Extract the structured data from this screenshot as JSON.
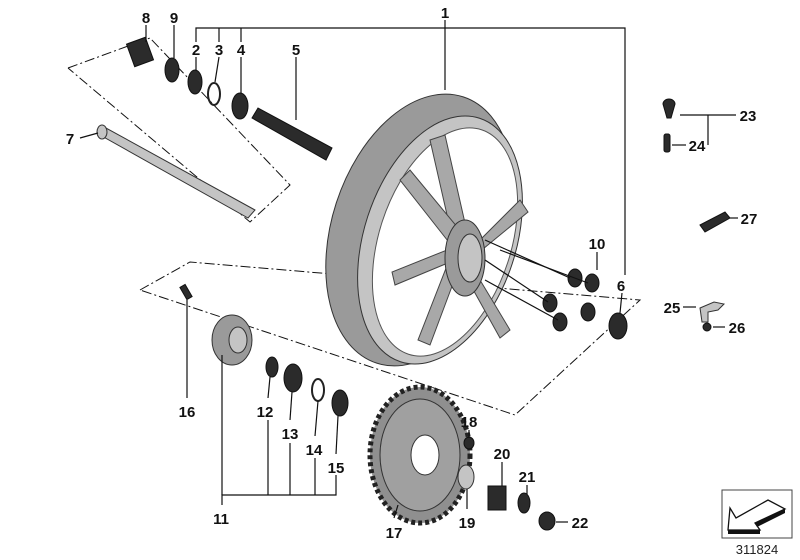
{
  "diagram": {
    "callouts": {
      "c1": "1",
      "c2": "2",
      "c3": "3",
      "c4": "4",
      "c5": "5",
      "c6": "6",
      "c7": "7",
      "c8": "8",
      "c9": "9",
      "c10": "10",
      "c11": "11",
      "c12": "12",
      "c13": "13",
      "c14": "14",
      "c15": "15",
      "c16": "16",
      "c17": "17",
      "c18": "18",
      "c19": "19",
      "c20": "20",
      "c21": "21",
      "c22": "22",
      "c23": "23",
      "c24": "24",
      "c25": "25",
      "c26": "26",
      "c27": "27"
    },
    "document_number": "311824",
    "nav_icon": "arrow-back-icon"
  }
}
